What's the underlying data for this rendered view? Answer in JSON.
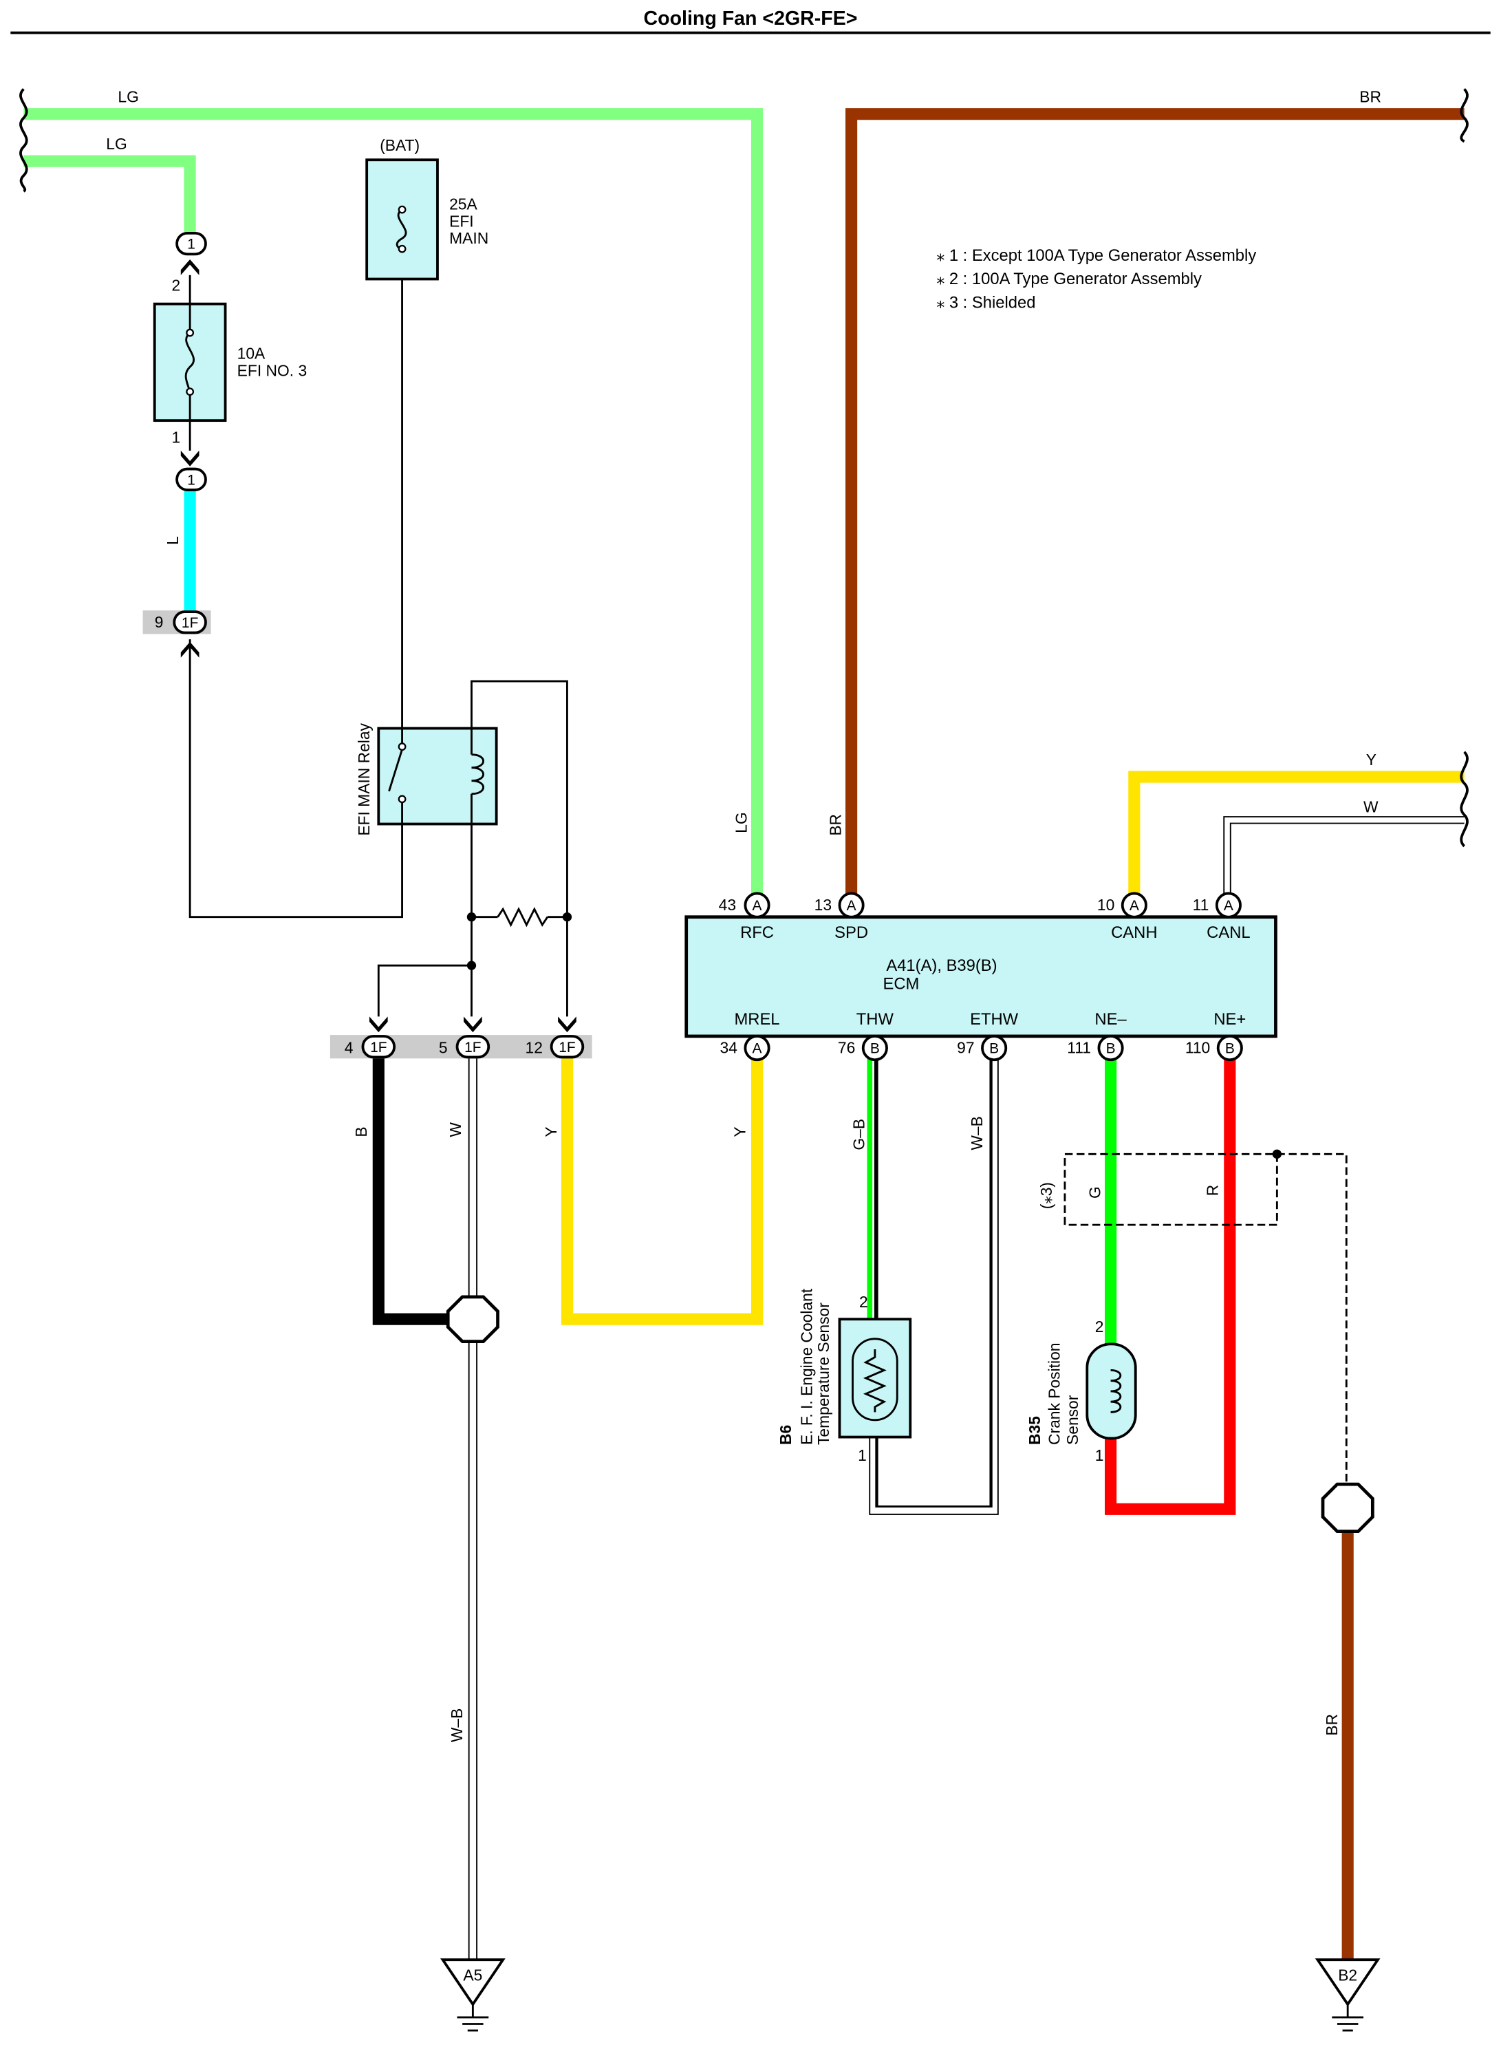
{
  "title": "Cooling Fan <2GR-FE>",
  "notes": [
    "⁎ 1 : Except 100A Type Generator Assembly",
    "⁎ 2 : 100A Type Generator Assembly",
    "⁎ 3 : Shielded"
  ],
  "colors": {
    "LG": "#80ff80",
    "BR": "#993300",
    "L": "#00ffff",
    "Y": "#ffe400",
    "B": "#000000",
    "W": "#ffffff",
    "G": "#00ff00",
    "R": "#ff0000",
    "component_fill": "#c8f5f5"
  },
  "wires": {
    "lg_top": "LG",
    "lg_second": "LG",
    "br_top": "BR",
    "y_right": "Y",
    "w_right": "W",
    "l_fuse": "L",
    "lg_ecm": "LG",
    "br_ecm": "BR",
    "b_lower": "B",
    "w_lower": "W",
    "y_lower_left": "Y",
    "y_lower_right": "Y",
    "gb": "G–B",
    "wb_sensor": "W–B",
    "g_crank": "G",
    "r_crank": "R",
    "wb_ground": "W–B",
    "br_ground": "BR",
    "shield_label": "(⁎3)"
  },
  "fuse_bat": {
    "supply": "(BAT)",
    "rating": "25A",
    "name_line1": "EFI",
    "name_line2": "MAIN"
  },
  "fuse_efi3": {
    "rating": "10A",
    "name": "EFI NO. 3",
    "pin_top": "2",
    "pin_bottom": "1",
    "conn_top": "1",
    "conn_bottom": "1"
  },
  "connector_1f": {
    "label": "1F",
    "pin_a": "9",
    "pin_b": "4",
    "pin_c": "5",
    "pin_d": "12"
  },
  "relay": {
    "name": "EFI MAIN Relay"
  },
  "ecm": {
    "code": "A41(A), B39(B)",
    "name": "ECM",
    "top_pins": [
      {
        "num": "43",
        "conn": "A",
        "label": "RFC"
      },
      {
        "num": "13",
        "conn": "A",
        "label": "SPD"
      },
      {
        "num": "10",
        "conn": "A",
        "label": "CANH"
      },
      {
        "num": "11",
        "conn": "A",
        "label": "CANL"
      }
    ],
    "bottom_pins": [
      {
        "num": "34",
        "conn": "A",
        "label": "MREL"
      },
      {
        "num": "76",
        "conn": "B",
        "label": "THW"
      },
      {
        "num": "97",
        "conn": "B",
        "label": "ETHW"
      },
      {
        "num": "111",
        "conn": "B",
        "label": "NE–"
      },
      {
        "num": "110",
        "conn": "B",
        "label": "NE+"
      }
    ]
  },
  "sensor_b6": {
    "code": "B6",
    "name_line1": "E. F. I.  Engine Coolant",
    "name_line2": "Temperature Sensor",
    "pin_top": "2",
    "pin_bottom": "1"
  },
  "sensor_b35": {
    "code": "B35",
    "name_line1": "Crank Position",
    "name_line2": "Sensor",
    "pin_top": "2",
    "pin_bottom": "1"
  },
  "grounds": {
    "left": "A5",
    "right": "B2"
  }
}
